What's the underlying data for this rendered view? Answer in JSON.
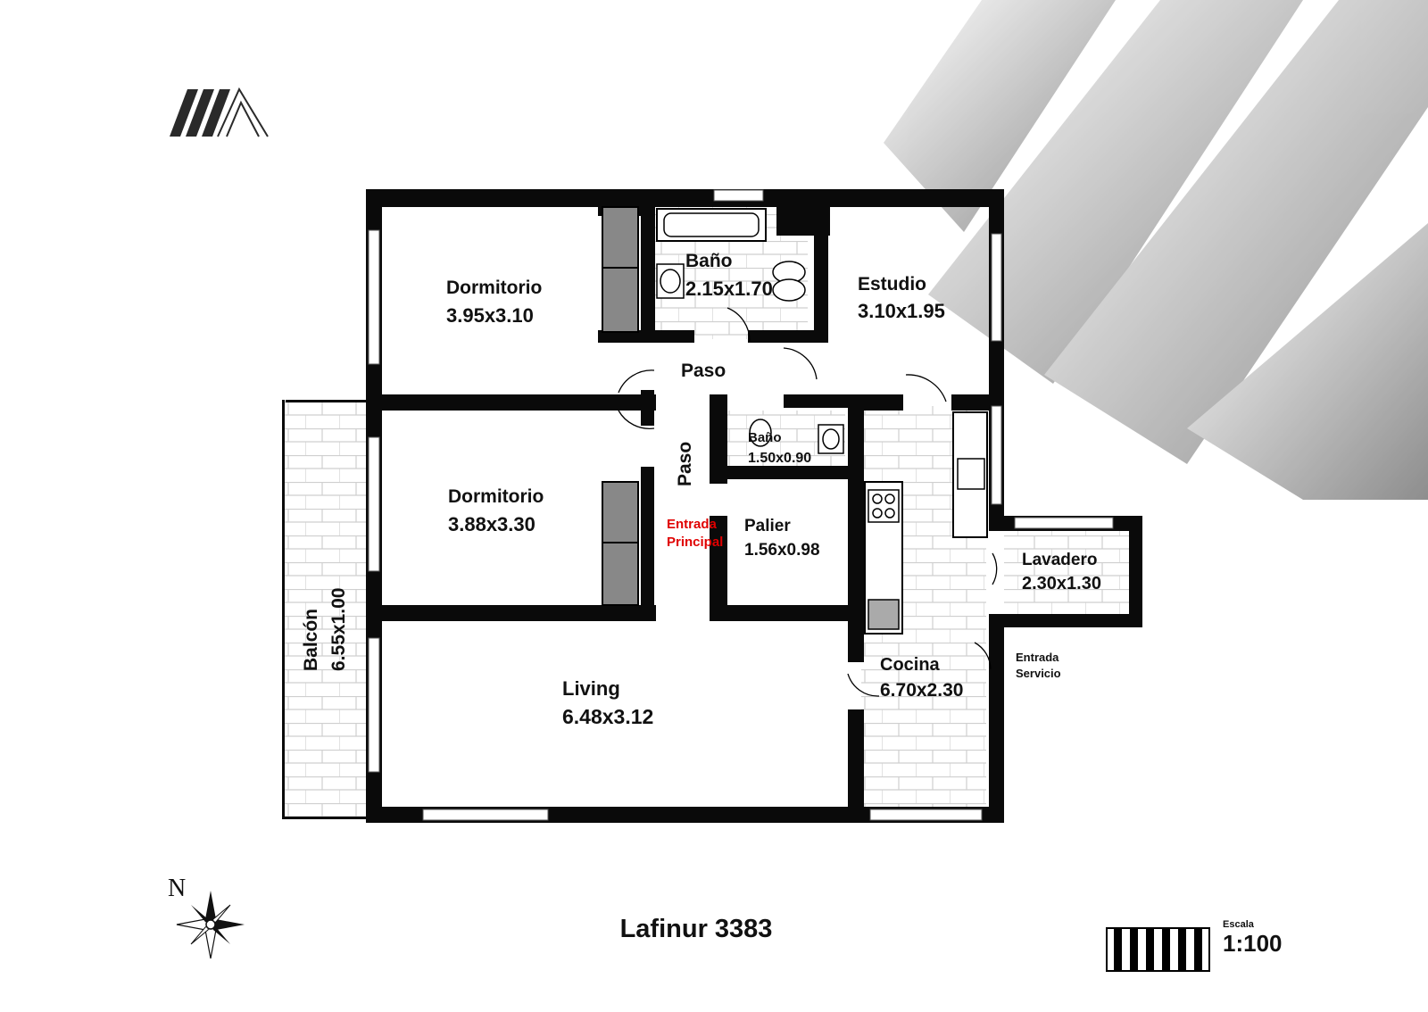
{
  "project": {
    "title": "Lafinur 3383"
  },
  "rooms": {
    "dorm1": {
      "name": "Dormitorio",
      "size": "3.95x3.10"
    },
    "bano1": {
      "name": "Baño",
      "size": "2.15x1.70"
    },
    "estudio": {
      "name": "Estudio",
      "size": "3.10x1.95"
    },
    "paso1": {
      "name": "Paso"
    },
    "bano2": {
      "name": "Baño",
      "size": "1.50x0.90"
    },
    "paso2": {
      "name": "Paso"
    },
    "dorm2": {
      "name": "Dormitorio",
      "size": "3.88x3.30"
    },
    "entrada_principal": {
      "line1": "Entrada",
      "line2": "Principal"
    },
    "palier": {
      "name": "Palier",
      "size": "1.56x0.98"
    },
    "lavadero": {
      "name": "Lavadero",
      "size": "2.30x1.30"
    },
    "entrada_servicio": {
      "line1": "Entrada",
      "line2": "Servicio"
    },
    "cocina": {
      "name": "Cocina",
      "size": "6.70x2.30"
    },
    "living": {
      "name": "Living",
      "size": "6.48x3.12"
    },
    "balcon": {
      "name": "Balcón",
      "size": "6.55x1.00"
    }
  },
  "scale": {
    "caption": "Escala",
    "value": "1:100"
  },
  "compass": {
    "letter": "N"
  },
  "colors": {
    "wall": "#0a0a0a",
    "tile_line": "#c8c8c8",
    "accent_red": "#e00000"
  }
}
